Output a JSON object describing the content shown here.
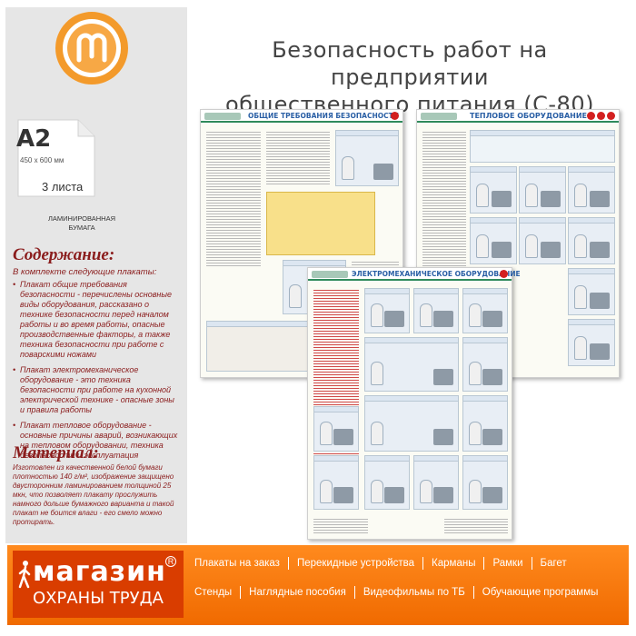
{
  "title": {
    "line1": "Безопасность работ на предприятии",
    "line2": "общественного питания (С-80)"
  },
  "logo": {
    "icon": "magnet-logo-icon"
  },
  "format": {
    "size": "A2",
    "dimensions": "450 х 600 мм",
    "sheets": "3 листа",
    "paper_line1": "ЛАМИНИРОВАННАЯ",
    "paper_line2": "БУМАГА"
  },
  "content": {
    "title": "Содержание:",
    "lead": "В комплекте следующие плакаты:",
    "items": [
      "Плакат общие требования безопасности - перечислены основные виды оборудования, рассказано о технике безопасности перед началом работы и во время работы, опасные производственные факторы, а также техника безопасности при работе с поварскими ножами",
      "Плакат электромеханическое оборудование - это техника безопасности при работе на кухонной электрической технике - опасные зоны и правила работы",
      "Плакат тепловое оборудование - основные причины аварий, возникающих на тепловом оборудовании, техника безопасности и эксплуатация"
    ]
  },
  "material": {
    "title": "Материал:",
    "text": "Изготовлен из качественной белой бумаги плотностью 140 г/м², изображение защищено двусторонним ламинированием толщиной 25 мкн, что позволяет плакату прослужить намного дольше бумажного варианта и такой плакат не боится влаги - его смело можно протирать."
  },
  "posters": [
    {
      "title": "ОБЩИЕ ТРЕБОВАНИЯ БЕЗОПАСНОСТИ"
    },
    {
      "title": "ТЕПЛОВОЕ ОБОРУДОВАНИЕ"
    },
    {
      "title": "ЭЛЕКТРОМЕХАНИЧЕСКОЕ ОБОРУДОВАНИЕ"
    }
  ],
  "footer": {
    "brand_line1": "магазин",
    "brand_line2": "ОХРАНЫ ТРУДА",
    "registered": "R",
    "row1": [
      "Плакаты на заказ",
      "Перекидные устройства",
      "Карманы",
      "Рамки",
      "Багет"
    ],
    "row2": [
      "Стенды",
      "Наглядные пособия",
      "Видеофильмы по ТБ",
      "Обучающие программы"
    ]
  },
  "colors": {
    "accent_orange": "#f06a00",
    "text_red": "#8a1c1c",
    "poster_blue": "#2a5fa5",
    "poster_green": "#2f8a5c"
  }
}
